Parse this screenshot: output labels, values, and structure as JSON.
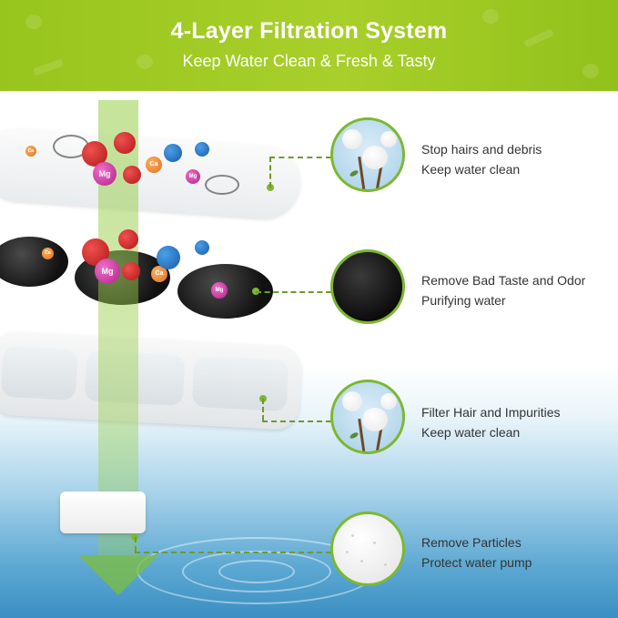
{
  "header": {
    "title": "4-Layer Filtration System",
    "subtitle": "Keep Water Clean & Fresh & Tasty"
  },
  "particles": {
    "mg": "Mg",
    "ca": "Ca"
  },
  "layers": [
    {
      "line1": "Stop hairs and debris",
      "line2": "Keep water clean",
      "image": "cotton-plant"
    },
    {
      "line1": "Remove Bad Taste and Odor",
      "line2": "Purifying water",
      "image": "activated-carbon"
    },
    {
      "line1": "Filter Hair and Impurities",
      "line2": "Keep water clean",
      "image": "cotton-plant"
    },
    {
      "line1": "Remove Particles",
      "line2": "Protect water pump",
      "image": "foam-sponge"
    }
  ],
  "colors": {
    "accent_green": "#7cb82f",
    "header_green": "#a9cf2a",
    "water_blue": "#3b8fc2"
  }
}
